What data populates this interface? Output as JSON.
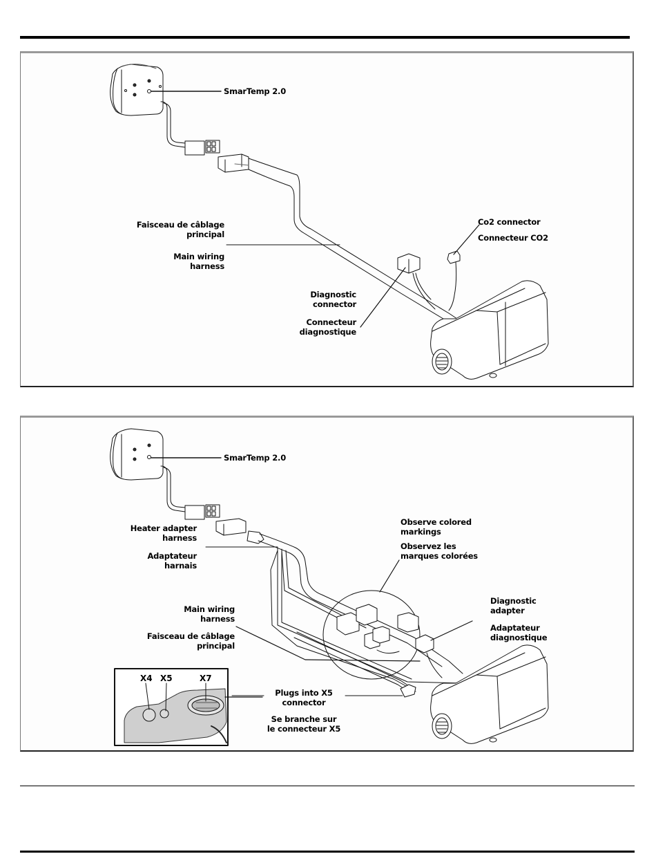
{
  "document": {
    "top_rule": "thick",
    "bottom_rule": "thick"
  },
  "figure1": {
    "labels": {
      "controller": "SmarTemp 2.0",
      "harness_fr": "Faisceau de câblage\nprincipal",
      "harness_en": "Main wiring\nharness",
      "co2_en": "Co2 connector",
      "co2_fr": "Connecteur CO2",
      "diag_en": "Diagnostic\nconnector",
      "diag_fr": "Connecteur\ndiagnostique"
    }
  },
  "figure2": {
    "labels": {
      "controller": "SmarTemp 2.0",
      "adapter_en": "Heater adapter\nharness",
      "adapter_fr": "Adaptateur\nharnais",
      "observe_en": "Observe colored\nmarkings",
      "observe_fr": "Observez les\nmarques colorées",
      "diag_adapter_en": "Diagnostic\nadapter",
      "diag_adapter_fr": "Adaptateur\ndiagnostique",
      "harness_en": "Main wiring\nharness",
      "harness_fr": "Faisceau de câblage\nprincipal",
      "plugs_en": "Plugs into X5\nconnector",
      "plugs_fr": "Se branche sur\nle connecteur X5"
    },
    "inset": {
      "connectors": [
        "X4",
        "X5",
        "X7"
      ]
    }
  }
}
